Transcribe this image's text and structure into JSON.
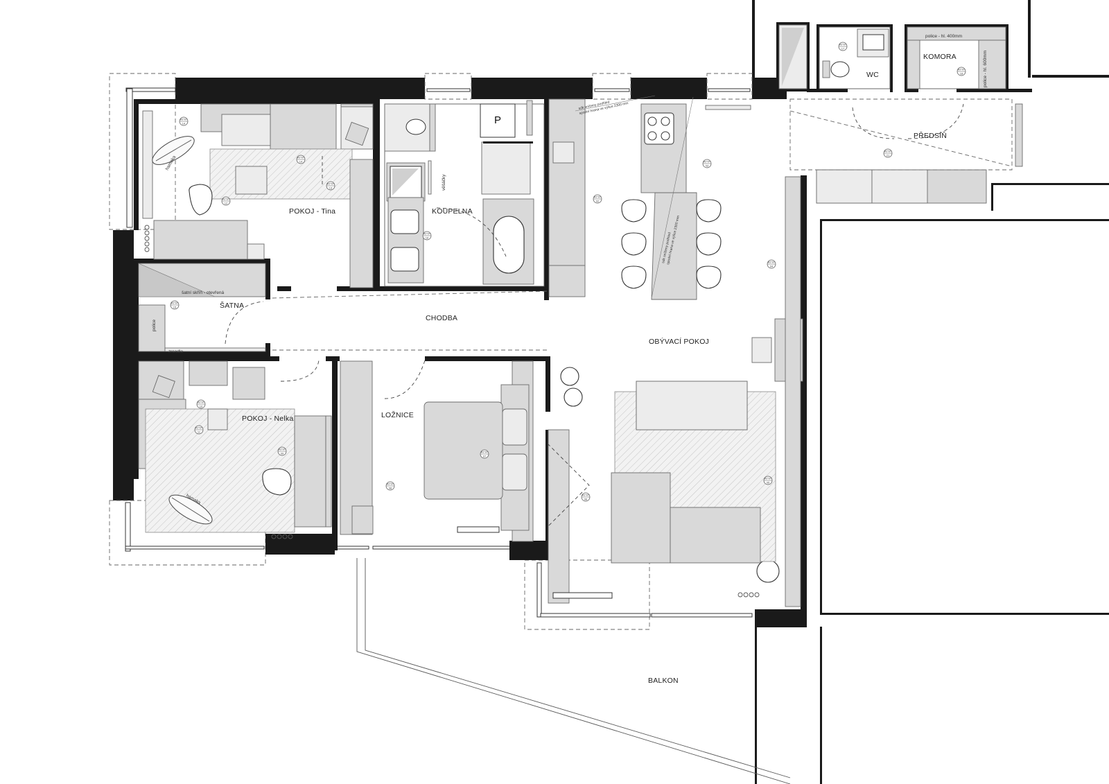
{
  "rooms": {
    "pokoj_tina": "POKOJ - Tina",
    "koupelna": "KOUPELNA",
    "satna": "ŠATNA",
    "chodba": "CHODBA",
    "pokoj_nelka": "POKOJ - Nelka",
    "loznice": "LOŽNICE",
    "obyvaci_pokoj": "OBÝVACÍ POKOJ",
    "wc": "WC",
    "komora": "KOMORA",
    "predsin": "PŘEDSÍŇ",
    "balkon": "BALKON"
  },
  "notes": {
    "hamaka": "hamaka",
    "satni_skrin": "šatní skříň - otevřená",
    "police": "police",
    "zrcadlo": "zrcadlo",
    "vesacky": "věšáčky",
    "parking_p": "P",
    "police_400": "police - hl. 400mm",
    "police_600": "police - hl. 600mm",
    "podhled_1": "sdk sníženy podhled",
    "podhled_2": "spodní hrana ve výšce 2300 mm",
    "podhled_3": "sdk sníženy podhled",
    "podhled_4": "spodní hrana ve výšce 2300 mm"
  },
  "tags": {
    "t01": [
      "ATYP",
      "01"
    ],
    "t02": [
      "ATYP",
      "02"
    ],
    "t03": [
      "ATYP",
      "03"
    ],
    "t04": [
      "ATYP",
      "04"
    ],
    "t05": [
      "ATYP",
      "05"
    ],
    "t06": [
      "ATYP",
      "06"
    ],
    "t07": [
      "ATYP",
      "07"
    ],
    "t08": [
      "ATYP",
      "08"
    ],
    "t09": [
      "ATYP",
      "09"
    ],
    "t10": [
      "ATYP",
      "10"
    ],
    "t11": [
      "ATYP",
      "11"
    ],
    "t12": [
      "ATYP",
      "12"
    ],
    "t13": [
      "ATYP",
      "13"
    ],
    "t14": [
      "ATYP",
      "14"
    ],
    "t15": [
      "ATYP",
      "15"
    ],
    "t16": [
      "ATYP",
      "16"
    ],
    "t17": [
      "ATYP",
      "17"
    ],
    "t18": [
      "ATYP",
      "18"
    ],
    "t19": [
      "ATYP",
      "19"
    ],
    "t20": [
      "ATYP",
      "20"
    ],
    "t21": [
      "ATYP",
      "21"
    ],
    "t22": [
      "ATYP",
      "22"
    ],
    "t23": [
      "ATYP",
      "23"
    ]
  },
  "colors": {
    "wall": "#1a1a1a",
    "furniture": "#d9d9d9",
    "background": "#ffffff"
  }
}
